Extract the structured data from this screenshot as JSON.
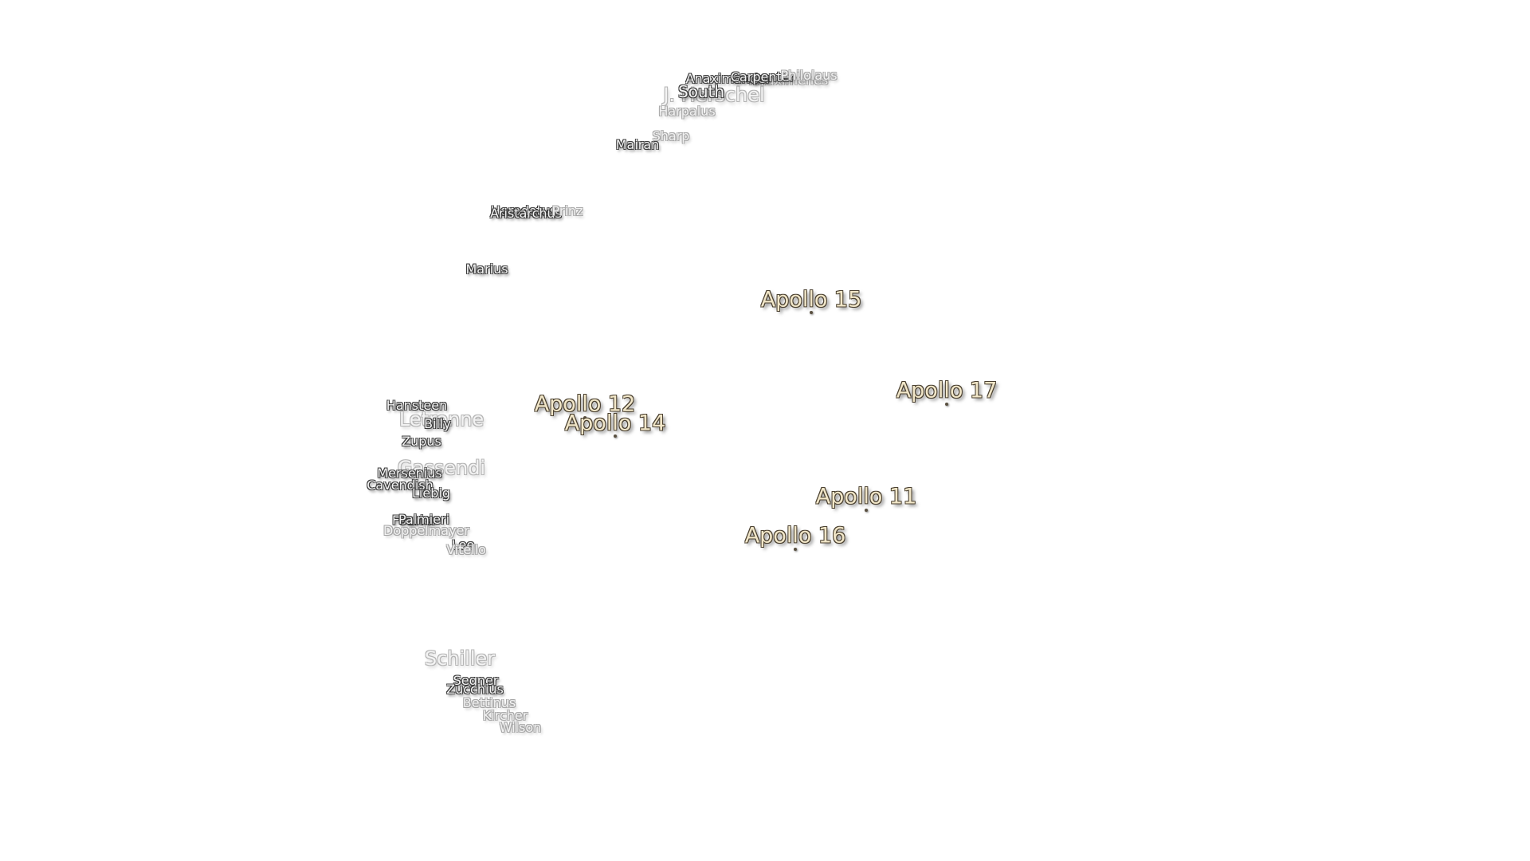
{
  "map": {
    "apollo_sites": [
      {
        "name": "Apollo 15"
      },
      {
        "name": "Apollo 17"
      },
      {
        "name": "Apollo 12"
      },
      {
        "name": "Apollo 14"
      },
      {
        "name": "Apollo 11"
      },
      {
        "name": "Apollo 16"
      }
    ],
    "craters": [
      {
        "name": "J. Herschel"
      },
      {
        "name": "Anaximenes"
      },
      {
        "name": "Anaximander"
      },
      {
        "name": "Carpenter"
      },
      {
        "name": "Philolaus"
      },
      {
        "name": "South"
      },
      {
        "name": "Harpalus"
      },
      {
        "name": "Sharp"
      },
      {
        "name": "Mairan"
      },
      {
        "name": "Herodotus"
      },
      {
        "name": "Aristarchus"
      },
      {
        "name": "Prinz"
      },
      {
        "name": "Marius"
      },
      {
        "name": "Hansteen"
      },
      {
        "name": "Letronne"
      },
      {
        "name": "Billy"
      },
      {
        "name": "Zupus"
      },
      {
        "name": "Gassendi"
      },
      {
        "name": "Mersenius"
      },
      {
        "name": "Cavendish"
      },
      {
        "name": "Liebig"
      },
      {
        "name": "Fourier"
      },
      {
        "name": "Palmieri"
      },
      {
        "name": "Doppelmayer"
      },
      {
        "name": "Lee"
      },
      {
        "name": "Vitello"
      },
      {
        "name": "Schiller"
      },
      {
        "name": "Segner"
      },
      {
        "name": "Zucchius"
      },
      {
        "name": "Bettinus"
      },
      {
        "name": "Kircher"
      },
      {
        "name": "Wilson"
      }
    ]
  }
}
